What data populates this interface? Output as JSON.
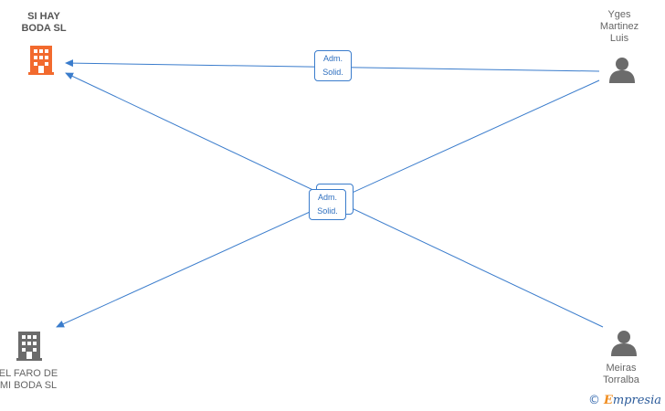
{
  "colors": {
    "company_highlight": "#f26a2e",
    "company": "#6b6b6b",
    "person": "#6b6b6b",
    "edge": "#3a7ccc"
  },
  "nodes": {
    "si_hay_boda": {
      "label": "SI HAY\nBODA  SL",
      "icon": "building-icon"
    },
    "el_faro": {
      "label": "EL FARO DE\nMI BODA  SL",
      "icon": "building-icon"
    },
    "yges": {
      "label": "Yges\nMartinez\nLuis",
      "icon": "person-icon"
    },
    "meiras": {
      "label": "Meiras\nTorralba",
      "icon": "person-icon"
    }
  },
  "edges": {
    "top": {
      "label": "Adm.\nSolid."
    },
    "center": {
      "label": "Adm.\nSolid."
    }
  },
  "brand": {
    "copyright": "©",
    "initial": "E",
    "rest": "mpresia"
  }
}
